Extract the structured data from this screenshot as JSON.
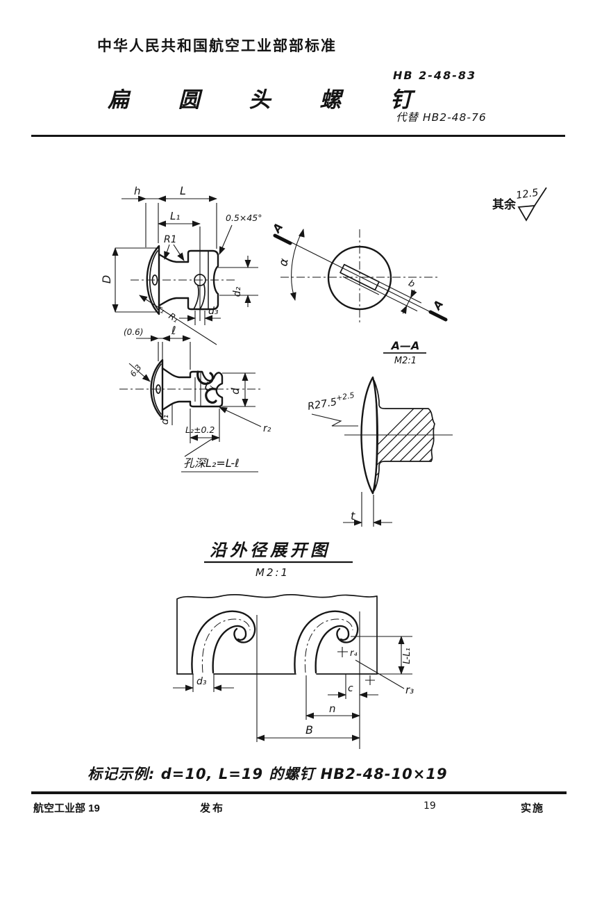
{
  "header": {
    "org": "中华人民共和国航空工业部部标准",
    "std_no": "HB 2-48-83",
    "title": "扁 圆 头 螺 钉",
    "replaces": "代替 HB2-48-76"
  },
  "surface": {
    "prefix": "其余",
    "value": "12.5"
  },
  "fig_side": {
    "h": "h",
    "L": "L",
    "L1": "L₁",
    "chamfer": "0.5×45°",
    "R1": "R1",
    "D": "D",
    "d2": "d₂",
    "d3": "d₃",
    "r1": "r₁",
    "R1b": "R₁"
  },
  "fig_top": {
    "A1": "A",
    "A2": "A",
    "alpha": "α",
    "b": "b"
  },
  "fig_slot": {
    "gap": "(0.6)",
    "l": "ℓ",
    "rough": "6.3",
    "d1": "d₁",
    "d": "d",
    "L2": "L₂±0.2",
    "r2": "r₂",
    "note": "孔深L₂=L-ℓ"
  },
  "fig_section": {
    "title": "A—A",
    "scale": "M2:1",
    "radius": "R27.5",
    "radius_tol": "+2.5",
    "t": "t"
  },
  "fig_dev": {
    "title": "沿外径展开图",
    "scale": "M2:1",
    "d3": "d₃",
    "r4": "r₄",
    "LL1": "L-L₁",
    "c": "c",
    "r3": "r₃",
    "n": "n",
    "B": "B"
  },
  "marking": "标记示例: d=10, L=19 的螺钉 HB2-48-10×19",
  "footer": {
    "left": "航空工业部 19",
    "publish": "发布",
    "page": "19",
    "implement": "实施"
  }
}
